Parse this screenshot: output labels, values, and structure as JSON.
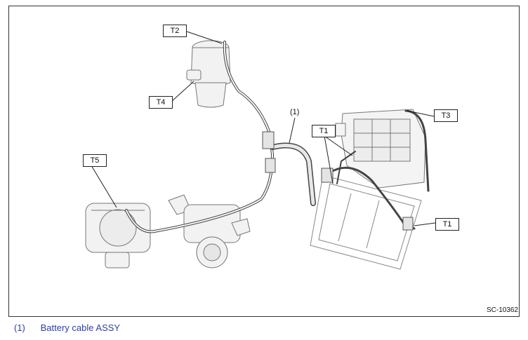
{
  "figure": {
    "id": "SC-10362",
    "callout_number": "(1)",
    "labels": {
      "t1": "T1",
      "t2": "T2",
      "t3": "T3",
      "t4": "T4",
      "t5": "T5"
    }
  },
  "legend": {
    "number": "(1)",
    "text": "Battery cable ASSY"
  }
}
